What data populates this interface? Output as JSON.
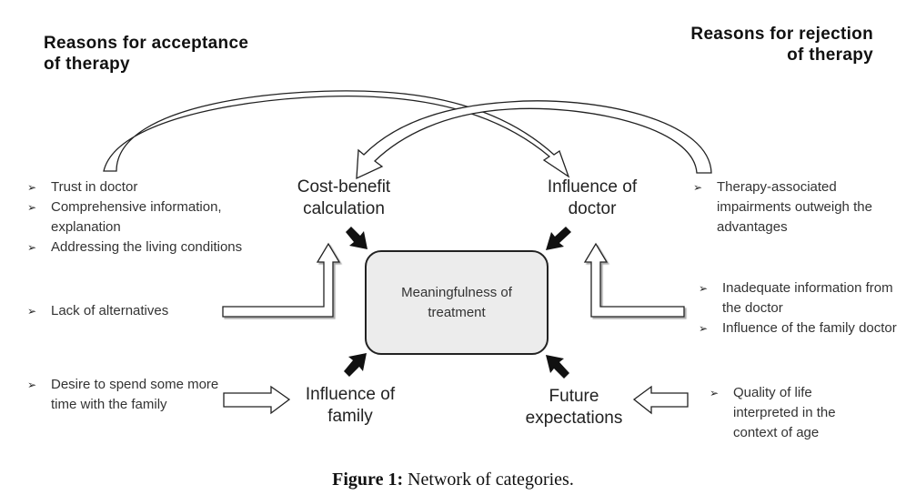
{
  "headings": {
    "acceptance": "Reasons for acceptance\nof therapy",
    "rejection": "Reasons for rejection\nof therapy"
  },
  "center": {
    "label": "Meaningfulness of treatment"
  },
  "nodes": {
    "cost_benefit": "Cost-benefit calculation",
    "influence_doctor": "Influence of doctor",
    "influence_family": "Influence of family",
    "future_expectations": "Future expectations"
  },
  "acceptance_reasons": {
    "group1": [
      "Trust in doctor",
      "Comprehensive information, explanation",
      "Addressing the living conditions"
    ],
    "group2": [
      "Lack of alternatives"
    ],
    "group3": [
      "Desire to spend some more time with the family"
    ]
  },
  "rejection_reasons": {
    "group1": [
      "Therapy-associated impairments outweigh the advantages"
    ],
    "group2": [
      "Inadequate information from the doctor",
      "Influence of the family doctor"
    ],
    "group3": [
      "Quality of life interpreted in the context of age"
    ]
  },
  "bullet_marker": "➢",
  "caption": {
    "label": "Figure 1:",
    "text": " Network of categories."
  }
}
